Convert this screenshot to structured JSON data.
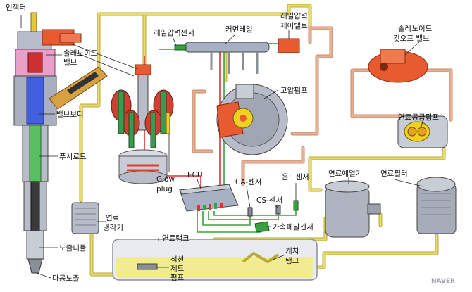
{
  "labels": {
    "injector": "인젝터",
    "solenoid_valve_line1": "솔레노이드",
    "solenoid_valve_line2": "밸브",
    "valve_body": "밸브보디",
    "push_rod": "푸시로드",
    "nozzle_needle": "노즐니들",
    "multi_hole_nozzle": "다공노즐",
    "rail_pressure_sensor": "레일압력센서",
    "common_rail": "커먼레일",
    "rail_pressure_control_valve_line1": "레일압력",
    "rail_pressure_control_valve_line2": "제어밸브",
    "solenoid_cutoff_valve_line1": "솔레노이드",
    "solenoid_cutoff_valve_line2": "컷오프 밸브",
    "high_pressure_pump": "고압펌프",
    "fuel_supply_pump": "연료공급펌프",
    "glow_plug_line1": "Glow",
    "glow_plug_line2": "plug",
    "ecu": "ECU",
    "ca_sensor": "CA-센서",
    "cs_sensor": "CS-센서",
    "temperature_sensor": "온도센서",
    "accel_pedal_sensor": "가속페달센서",
    "fuel_preheater": "연료예열기",
    "fuel_filter": "연료필터",
    "fuel_cooler_line1": "연료",
    "fuel_cooler_line2": "냉각기",
    "fuel_tank": "연료탱크",
    "suction_jet_pump_line1": "석션",
    "suction_jet_pump_line2": "제트",
    "suction_jet_pump_line3": "펌프",
    "catch_tank_line1": "캐치",
    "catch_tank_line2": "탱크",
    "watermark": "NAVER"
  },
  "colors": {
    "fuel_line": "#e8dc6a",
    "fuel_line_edge": "#b8a93a",
    "return_line": "#e8b090",
    "signal_line_red": "#e03030",
    "signal_line_green": "#3aa040",
    "component_gray": "#c8ccd4",
    "solenoid_orange": "#e85a30",
    "injector_green": "#58c060",
    "piston_red": "#e04030",
    "pump_yellow": "#f0d020"
  }
}
